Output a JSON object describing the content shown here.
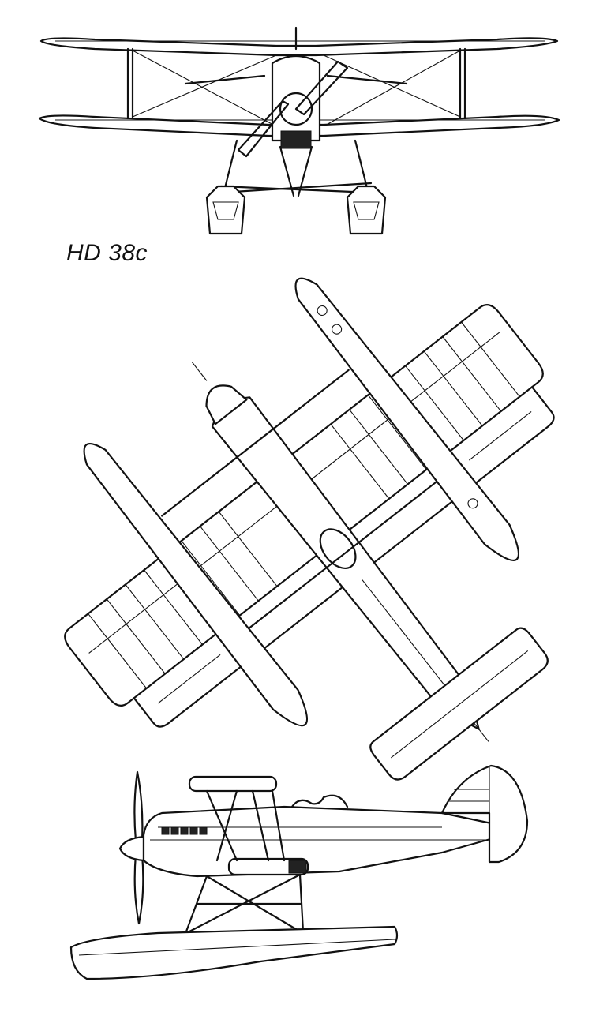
{
  "drawing": {
    "designation": "HD 38c",
    "colors": {
      "ink": "#111111",
      "paper": "#ffffff"
    },
    "views": [
      "front-view",
      "plan-view",
      "side-view"
    ]
  }
}
